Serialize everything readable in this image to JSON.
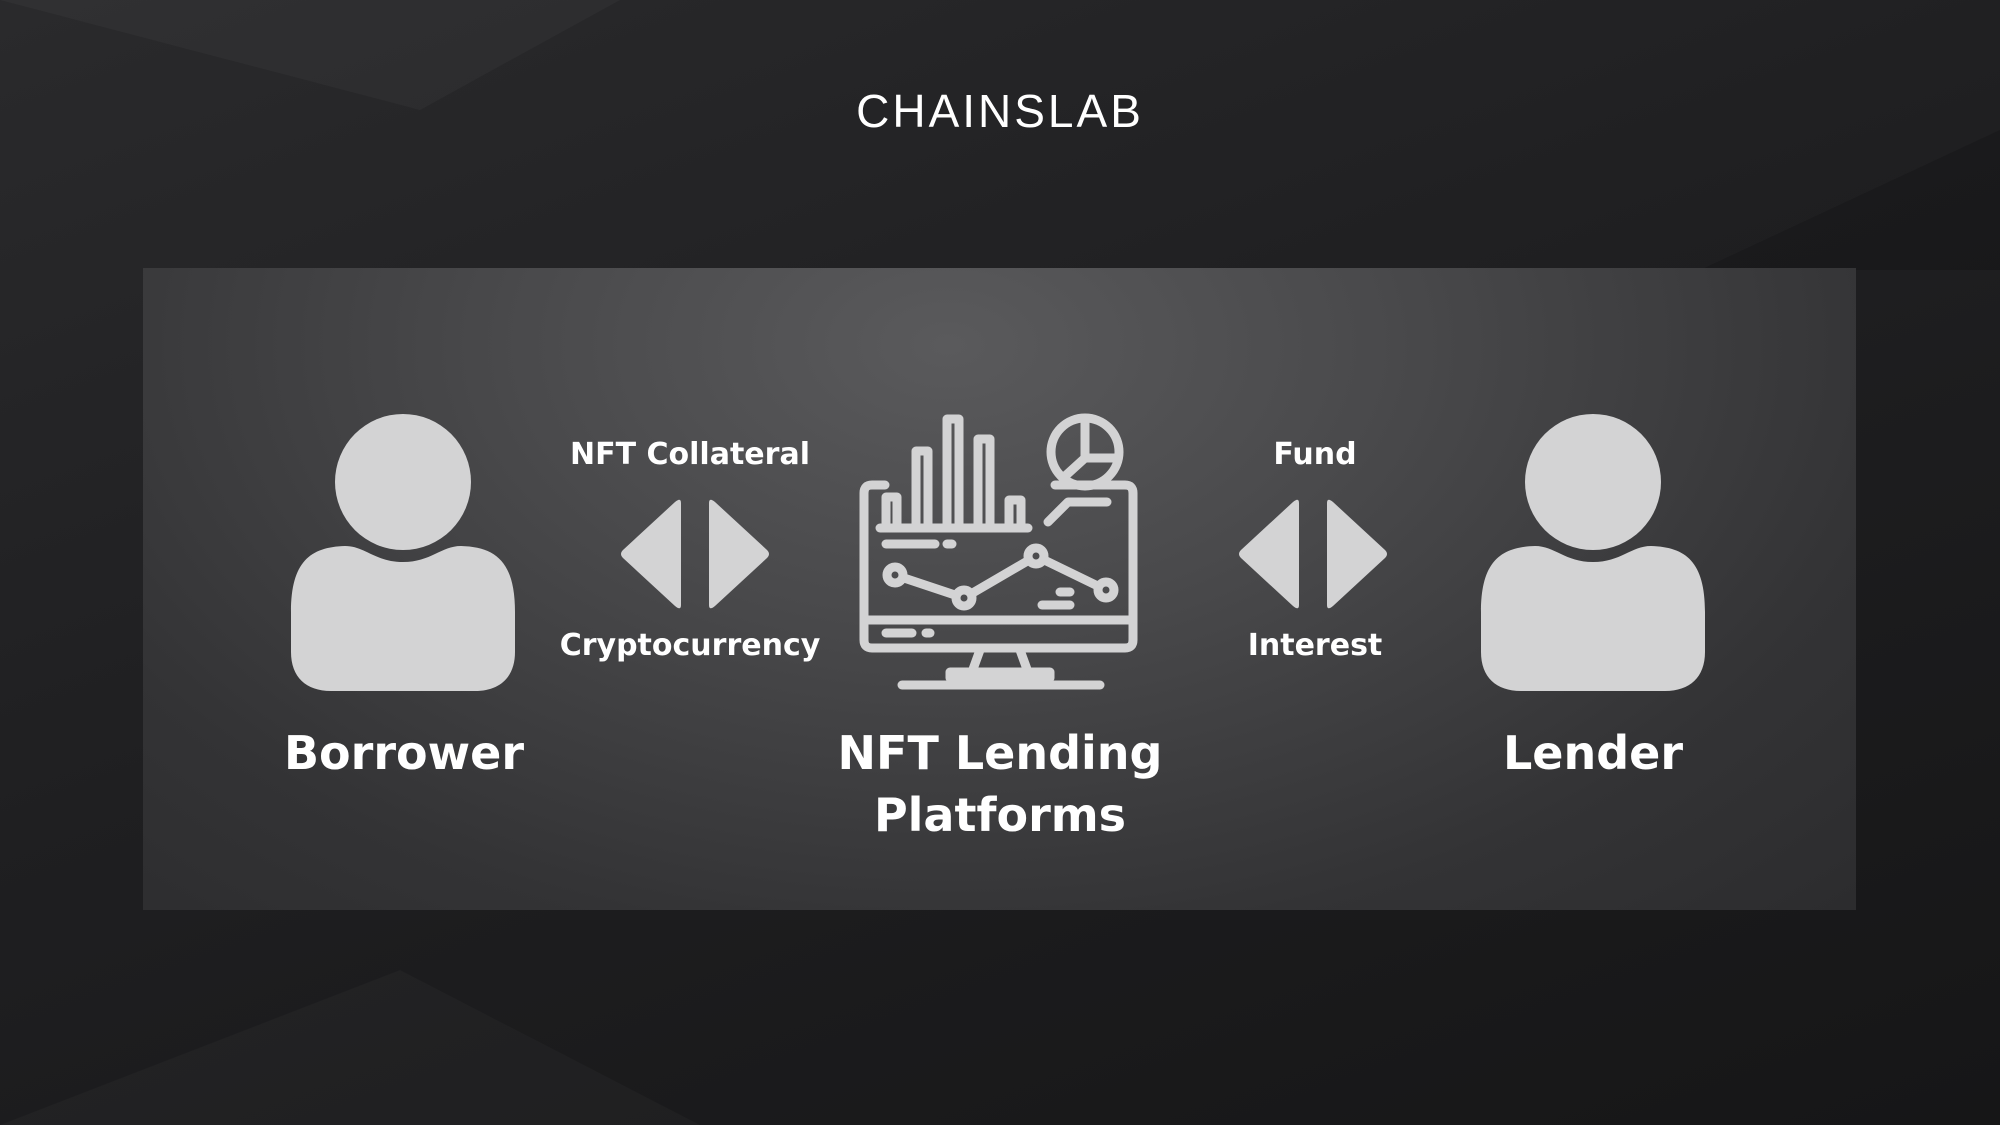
{
  "logo": "CHAINSLAB",
  "borrower": {
    "label": "Borrower"
  },
  "lender": {
    "label": "Lender"
  },
  "left_exchange": {
    "top": "NFT Collateral",
    "bottom": "Cryptocurrency"
  },
  "right_exchange": {
    "top": "Fund",
    "bottom": "Interest"
  },
  "platform": {
    "line1": "NFT Lending",
    "line2": "Platforms"
  },
  "colors": {
    "icon": "#d3d3d4",
    "text": "#ffffff",
    "panel": "#4a4a4c",
    "background": "#1f1f21"
  }
}
